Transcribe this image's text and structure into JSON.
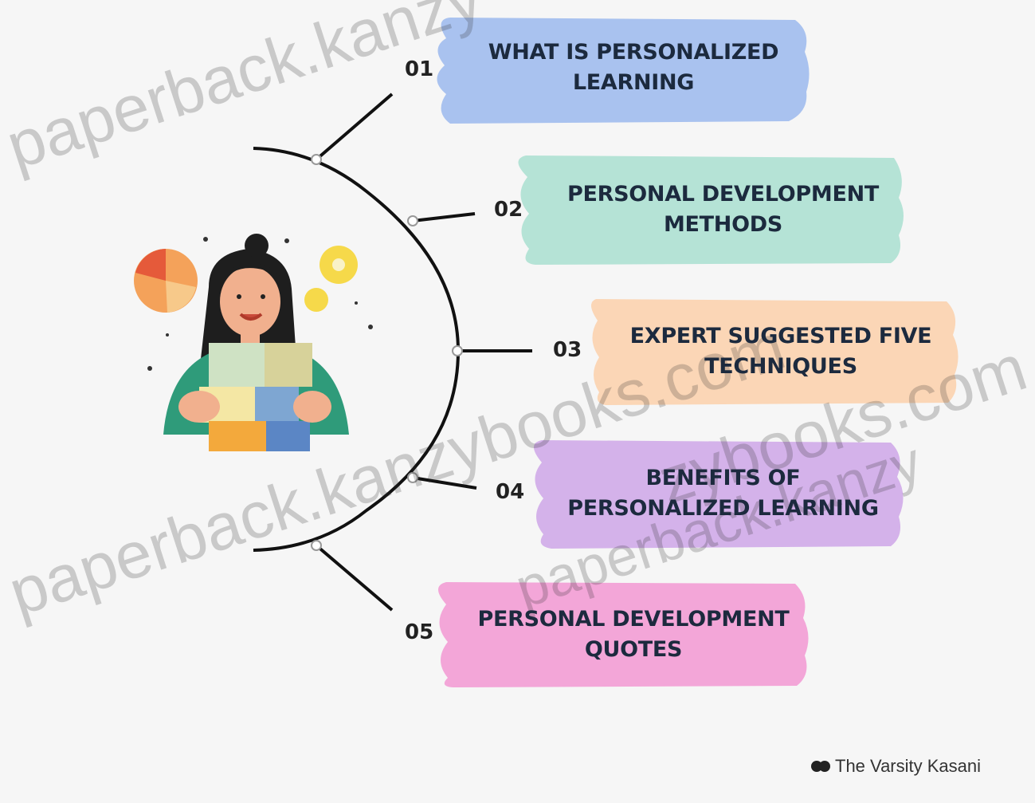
{
  "items": [
    {
      "number": "01",
      "lines": [
        "WHAT IS PERSONALIZED",
        "LEARNING"
      ],
      "color": "#a9c2ef"
    },
    {
      "number": "02",
      "lines": [
        "PERSONAL DEVELOPMENT",
        "METHODS"
      ],
      "color": "#b5e3d6"
    },
    {
      "number": "03",
      "lines": [
        "EXPERT SUGGESTED FIVE",
        "TECHNIQUES"
      ],
      "color": "#fbd6b6"
    },
    {
      "number": "04",
      "lines": [
        "BENEFITS OF",
        "PERSONALIZED LEARNING"
      ],
      "color": "#d4b2ea"
    },
    {
      "number": "05",
      "lines": [
        "PERSONAL DEVELOPMENT",
        "QUOTES"
      ],
      "color": "#f3a6d8"
    }
  ],
  "watermark": {
    "text_top": "paperback.kanzy",
    "text_mid": "paperback.kanzybooks.com",
    "text_right": "zybooks.com",
    "text_bottom": "paperback.kanzy"
  },
  "credit": {
    "text": "The Varsity Kasani"
  }
}
